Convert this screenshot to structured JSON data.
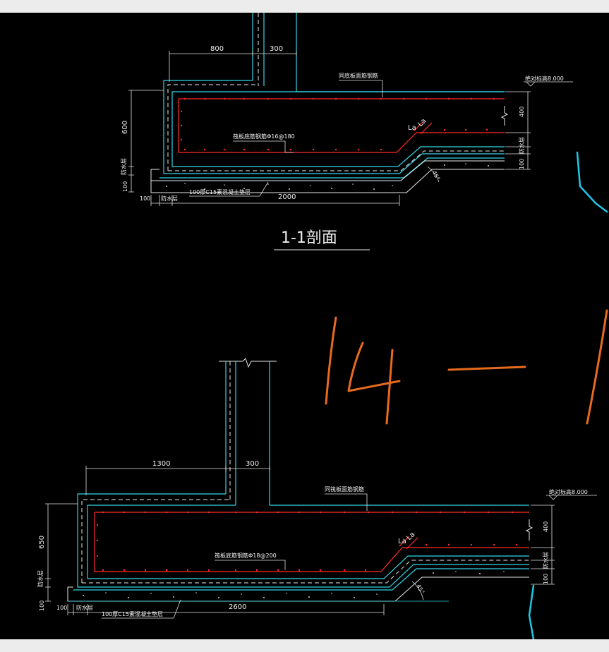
{
  "section1": {
    "dim_top_left": "800",
    "dim_top_right": "300",
    "dim_left_tall": "600",
    "dim_left_layer": "防水层",
    "dim_left_bottom": "100",
    "dim_bottom_100": "100",
    "dim_bottom_layer": "防水层",
    "dim_bottom_total": "2000",
    "dim_right_400": "400",
    "dim_right_layer": "防水层",
    "dim_right_100": "100",
    "label_top_rebar": "同底板面筋钢筋",
    "label_elevation": "绝对标高8.000",
    "label_bottom_rebar": "筏板底筋钢筋Φ16@180",
    "label_concrete": "100厚C15素混凝土垫层",
    "label_la1": "La",
    "label_la2": "La",
    "label_angle": "45°",
    "title": "1-1剖面"
  },
  "section2": {
    "dim_top_left": "1300",
    "dim_top_right": "300",
    "dim_left_tall": "650",
    "dim_left_layer": "防水层",
    "dim_left_bottom": "100",
    "dim_bottom_100": "100",
    "dim_bottom_layer": "防水层",
    "dim_bottom_total": "2600",
    "dim_right_400": "400",
    "dim_right_layer": "防水层",
    "dim_right_100": "100",
    "label_top_rebar": "同筏板面筋钢筋",
    "label_elevation": "绝对标高8.000",
    "label_bottom_rebar": "筏板底筋钢筋Φ18@200",
    "label_concrete": "100厚C15素混凝土垫层",
    "label_la1": "La",
    "label_la2": "La",
    "label_angle": "45°"
  },
  "colors": {
    "background": "#000000",
    "wall_lines": "#33d6e6",
    "rebar": "#ff2a2a",
    "annotation": "#e86a1e"
  }
}
